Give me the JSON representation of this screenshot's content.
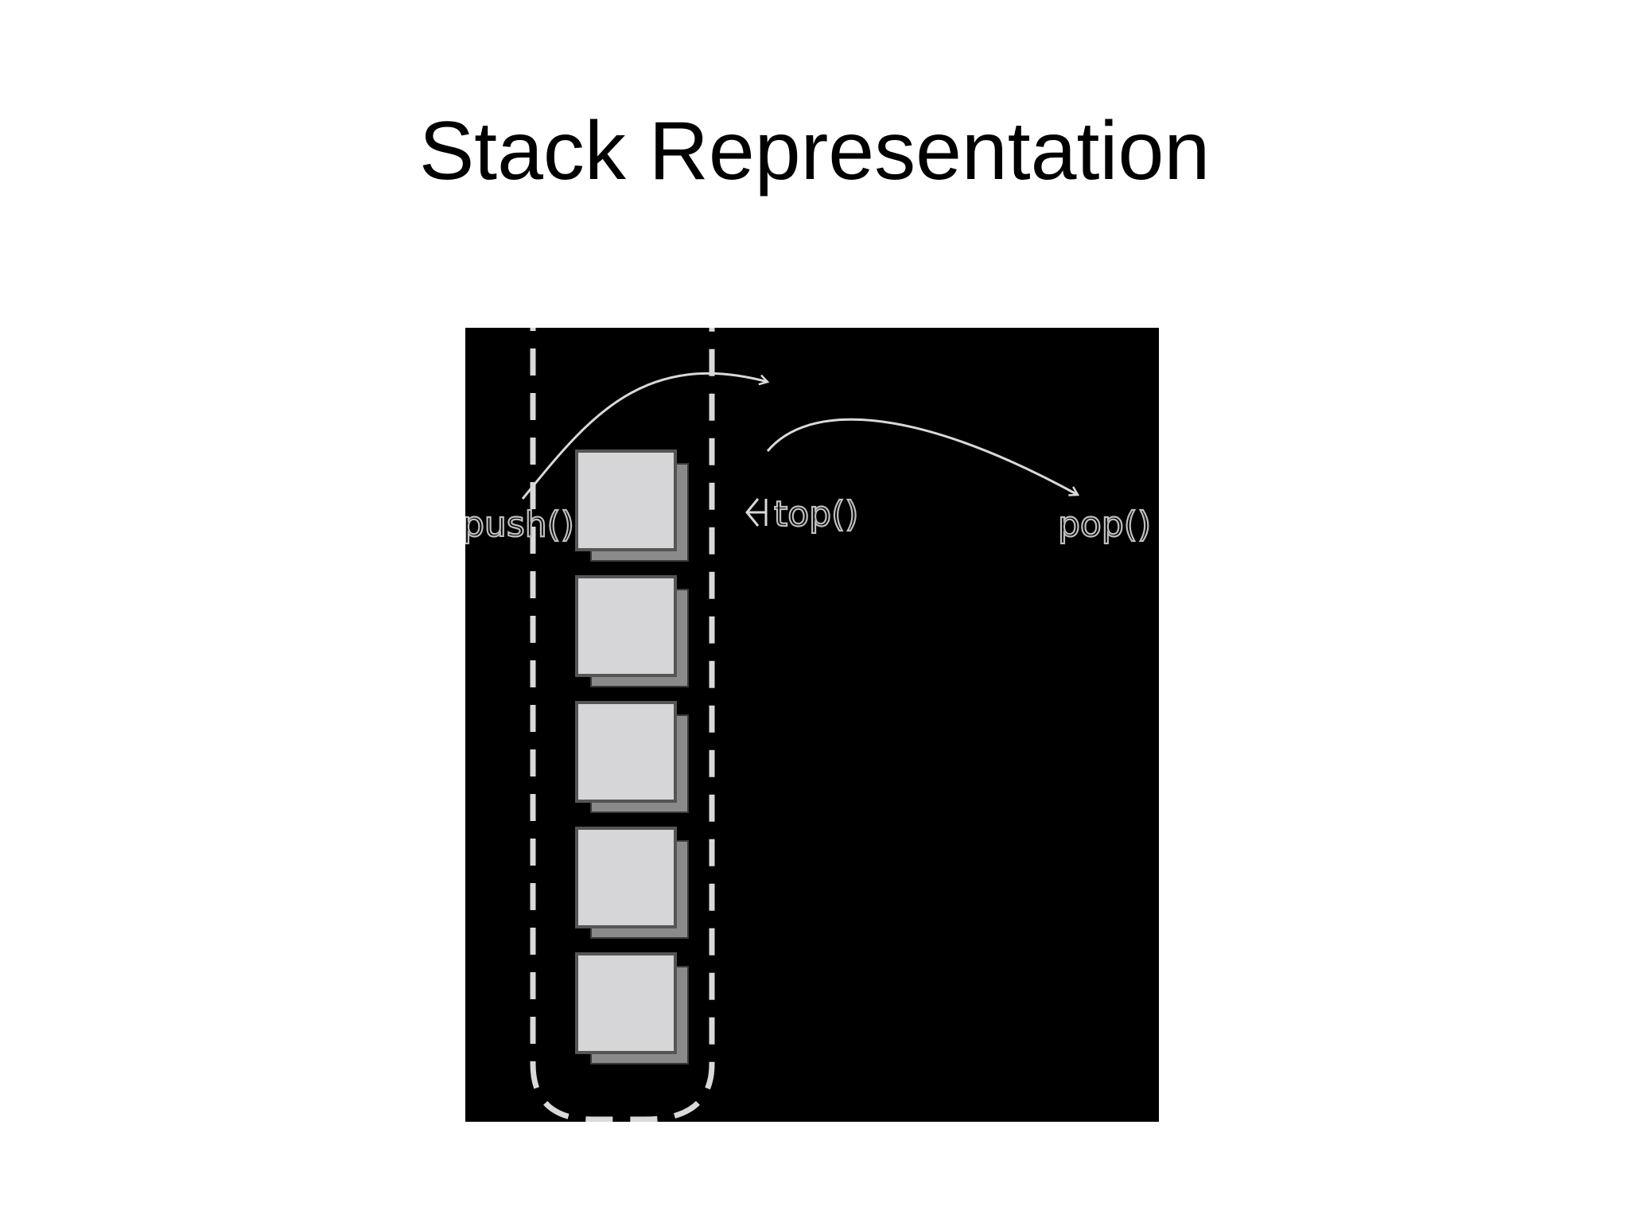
{
  "slide": {
    "title": "Stack Representation"
  },
  "diagram": {
    "labels": {
      "push": "push()",
      "top": "top()",
      "pop": "pop()"
    },
    "element_count": 5,
    "colors": {
      "background": "#000000",
      "outline": "#d9d9d9",
      "element_face": "#d6d6d8",
      "element_shadow": "#8a8a8a"
    }
  }
}
